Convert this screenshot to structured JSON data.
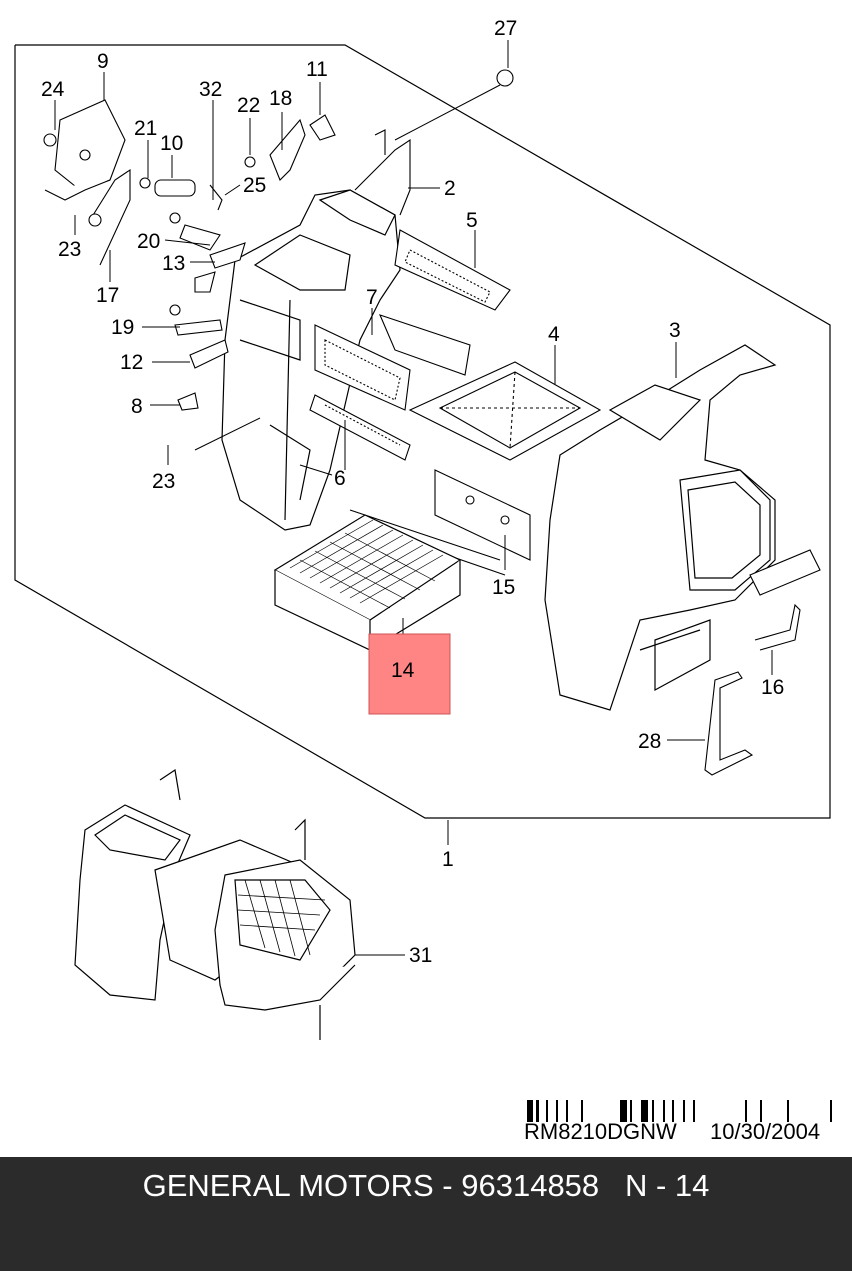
{
  "diagram": {
    "part_numbers": [
      "27",
      "9",
      "24",
      "32",
      "22",
      "18",
      "11",
      "21",
      "10",
      "2",
      "25",
      "5",
      "23",
      "20",
      "13",
      "17",
      "7",
      "19",
      "4",
      "3",
      "12",
      "8",
      "23",
      "6",
      "15",
      "14",
      "16",
      "28",
      "1",
      "31"
    ],
    "highlighted_part": "14",
    "highlight_color": "#ff8585",
    "doc_code": "RM8210DGNW",
    "doc_date": "10/30/2004"
  },
  "footer": {
    "text": "GENERAL MOTORS - 96314858   N - 14",
    "background": "#2b2b2b",
    "text_color": "#ffffff"
  }
}
